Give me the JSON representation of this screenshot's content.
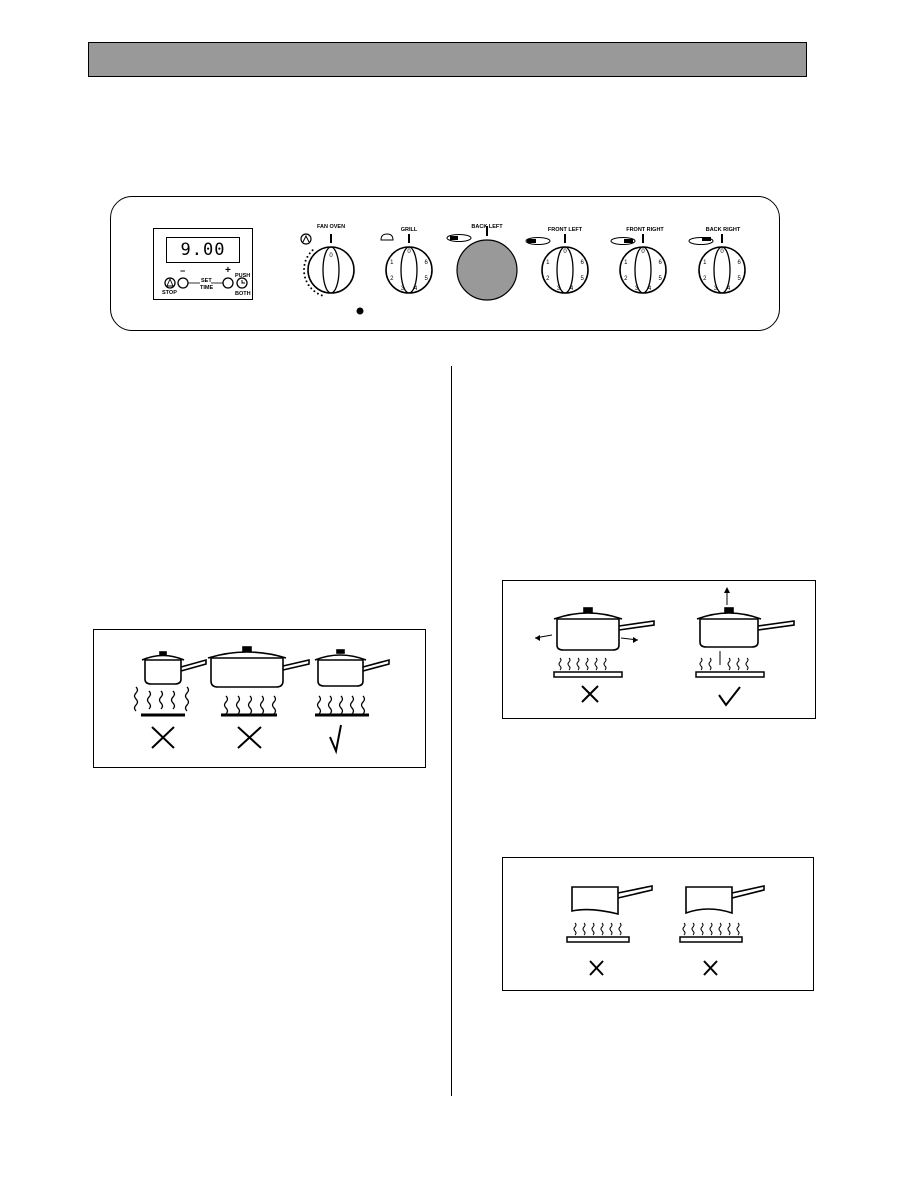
{
  "control_panel": {
    "timer": {
      "display_time": "9.00",
      "minus_symbol": "−",
      "plus_symbol": "+",
      "stop_label": "STOP",
      "set_label": "SET",
      "time_label": "TIME",
      "push_label": "PUSH",
      "both_label": "BOTH"
    },
    "knobs": [
      {
        "label": "FAN OVEN"
      },
      {
        "label": "GRILL"
      },
      {
        "label": "BACK LEFT"
      },
      {
        "label": "FRONT LEFT"
      },
      {
        "label": "FRONT RIGHT"
      },
      {
        "label": "BACK RIGHT"
      }
    ],
    "dial_marks": [
      "0",
      "1",
      "2",
      "3",
      "4",
      "5",
      "6"
    ]
  },
  "colors": {
    "header_bar": "#999999",
    "back_left_knob": "#999999"
  }
}
